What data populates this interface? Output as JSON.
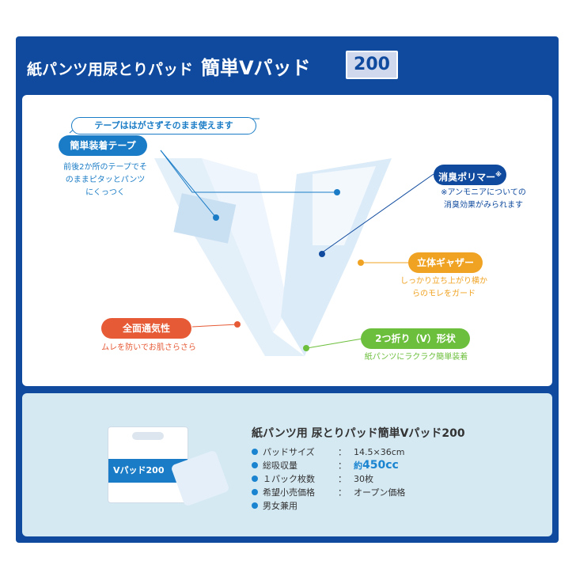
{
  "header": {
    "title_prefix": "紙パンツ用尿とりパッド",
    "title_main": "簡単Vパッド",
    "badge": "200"
  },
  "callouts": {
    "tape_banner": "テープははがさずそのまま使えます",
    "tape": {
      "label": "簡単装着テープ",
      "note": "前後2か所のテープでそのままピタッとパンツにくっつく",
      "color": "#1a7cc6"
    },
    "polymer": {
      "label": "消臭ポリマー",
      "mark": "※",
      "note": "※アンモニアについての消臭効果がみられます",
      "color": "#0f4a9e"
    },
    "gather": {
      "label": "立体ギャザー",
      "note": "しっかり立ち上がり横からのモレをガード",
      "color": "#f0a323"
    },
    "breathable": {
      "label": "全面通気性",
      "note": "ムレを防いでお肌さらさら",
      "color": "#e65a36"
    },
    "fold": {
      "label": "2つ折り（V）形状",
      "note": "紙パンツにラクラク簡単装着",
      "color": "#6cbf3c"
    }
  },
  "product": {
    "name": "紙パンツ用 尿とりパッド簡単Vパッド200",
    "specs": [
      {
        "key": "パッドサイズ",
        "value": "14.5×36cm"
      },
      {
        "key": "総吸収量",
        "value_prefix": "約",
        "value": "450cc"
      },
      {
        "key": "１パック枚数",
        "value": "30枚"
      },
      {
        "key": "希望小売価格",
        "value": "オープン価格"
      },
      {
        "key": "男女兼用"
      }
    ],
    "package_label": "Vパッド200"
  }
}
